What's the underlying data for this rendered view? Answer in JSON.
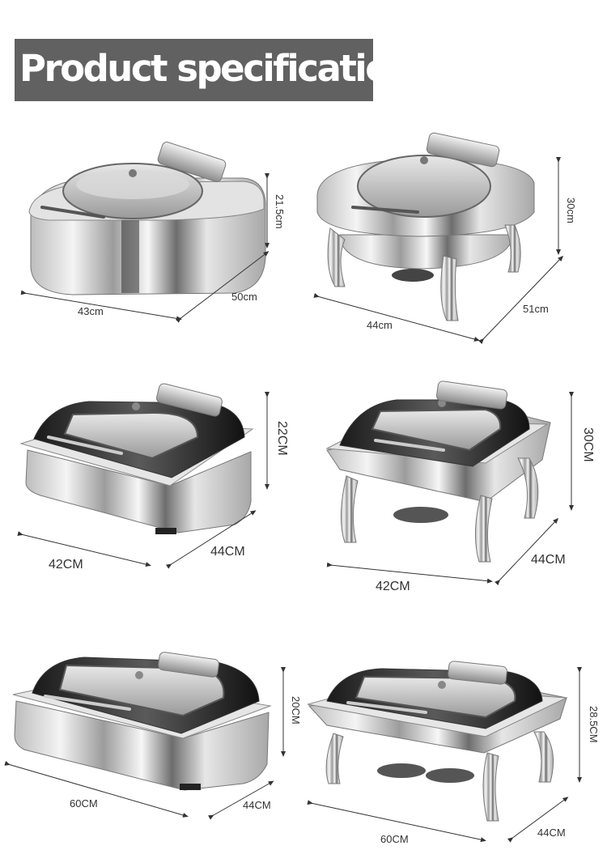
{
  "title": "Product specification",
  "products": [
    {
      "name": "round-chafer",
      "dims": {
        "width": "43cm",
        "depth": "50cm",
        "height": "21.5cm"
      }
    },
    {
      "name": "round-chafer-with-stand",
      "dims": {
        "width": "44cm",
        "depth": "51cm",
        "height": "30cm"
      }
    },
    {
      "name": "square-chafer",
      "dims": {
        "width": "42CM",
        "depth": "44CM",
        "height": "22CM"
      }
    },
    {
      "name": "square-chafer-with-stand",
      "dims": {
        "width": "42CM",
        "depth": "44CM",
        "height": "30CM"
      }
    },
    {
      "name": "rectangular-chafer",
      "dims": {
        "width": "60CM",
        "depth": "44CM",
        "height": "20CM"
      }
    },
    {
      "name": "rectangular-chafer-with-stand",
      "dims": {
        "width": "60CM",
        "depth": "44CM",
        "height": "28.5CM"
      }
    }
  ]
}
